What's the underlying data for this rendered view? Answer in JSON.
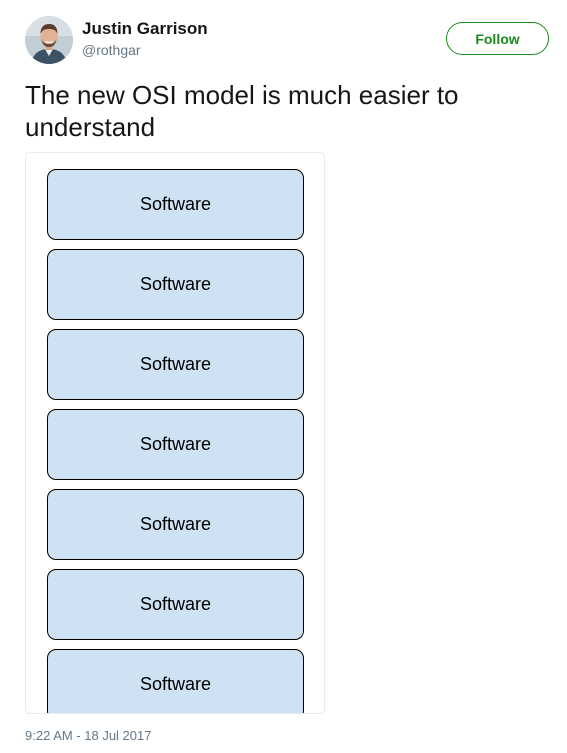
{
  "author": {
    "name": "Justin Garrison",
    "handle": "@rothgar",
    "avatar_icon": "profile-photo"
  },
  "follow_button": {
    "label": "Follow",
    "color": "#1b8a1b"
  },
  "tweet": {
    "text": "The new OSI model is much easier to understand",
    "timestamp": "9:22 AM - 18 Jul 2017"
  },
  "media": {
    "layers": [
      {
        "label": "Software"
      },
      {
        "label": "Software"
      },
      {
        "label": "Software"
      },
      {
        "label": "Software"
      },
      {
        "label": "Software"
      },
      {
        "label": "Software"
      },
      {
        "label": "Software"
      }
    ],
    "box_color": "#cfe2f3"
  }
}
